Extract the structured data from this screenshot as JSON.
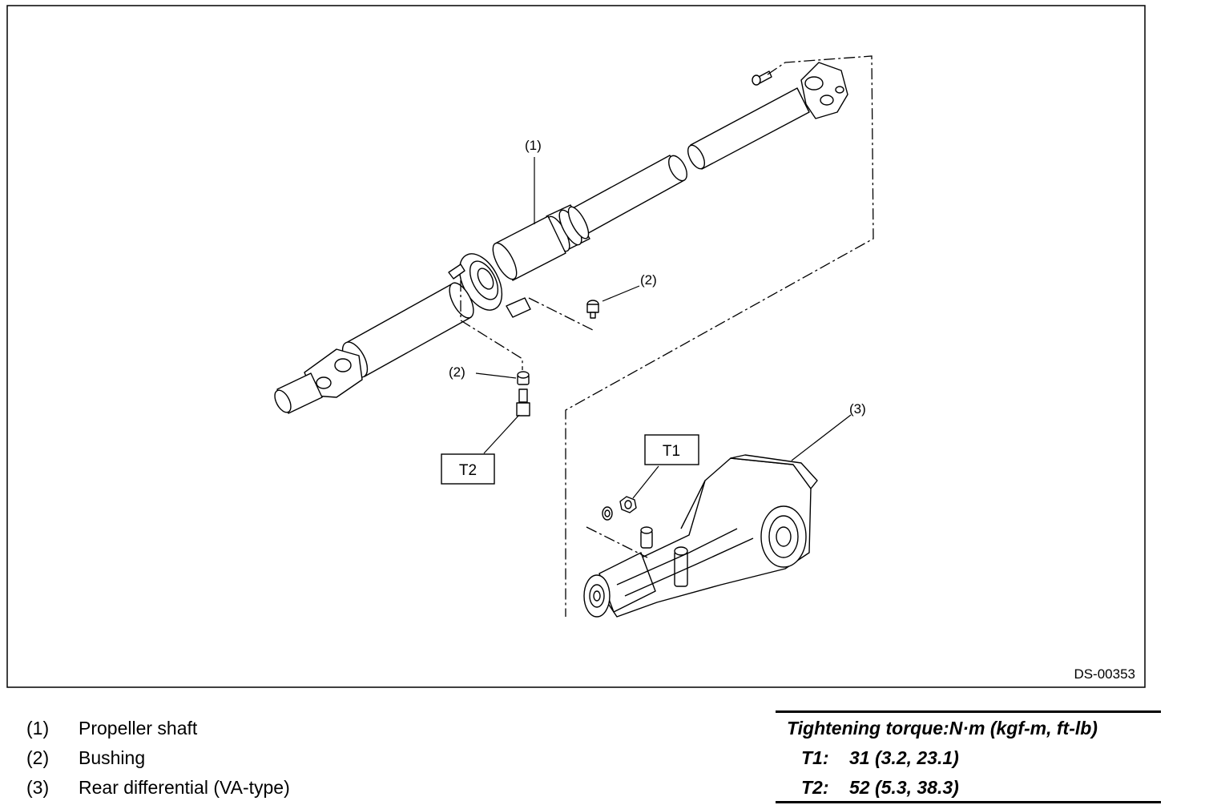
{
  "figure": {
    "id": "DS-00353",
    "callouts": [
      "(1)",
      "(2)",
      "(2)",
      "(3)"
    ],
    "torque_boxes": [
      "T1",
      "T2"
    ]
  },
  "legend": [
    {
      "num": "(1)",
      "label": "Propeller shaft"
    },
    {
      "num": "(2)",
      "label": "Bushing"
    },
    {
      "num": "(3)",
      "label": "Rear differential (VA-type)"
    }
  ],
  "torque_table": {
    "title": "Tightening torque:N·m (kgf-m, ft-lb)",
    "rows": [
      {
        "key": "T1:",
        "value": "31 (3.2, 23.1)"
      },
      {
        "key": "T2:",
        "value": "52 (5.3, 38.3)"
      }
    ]
  }
}
